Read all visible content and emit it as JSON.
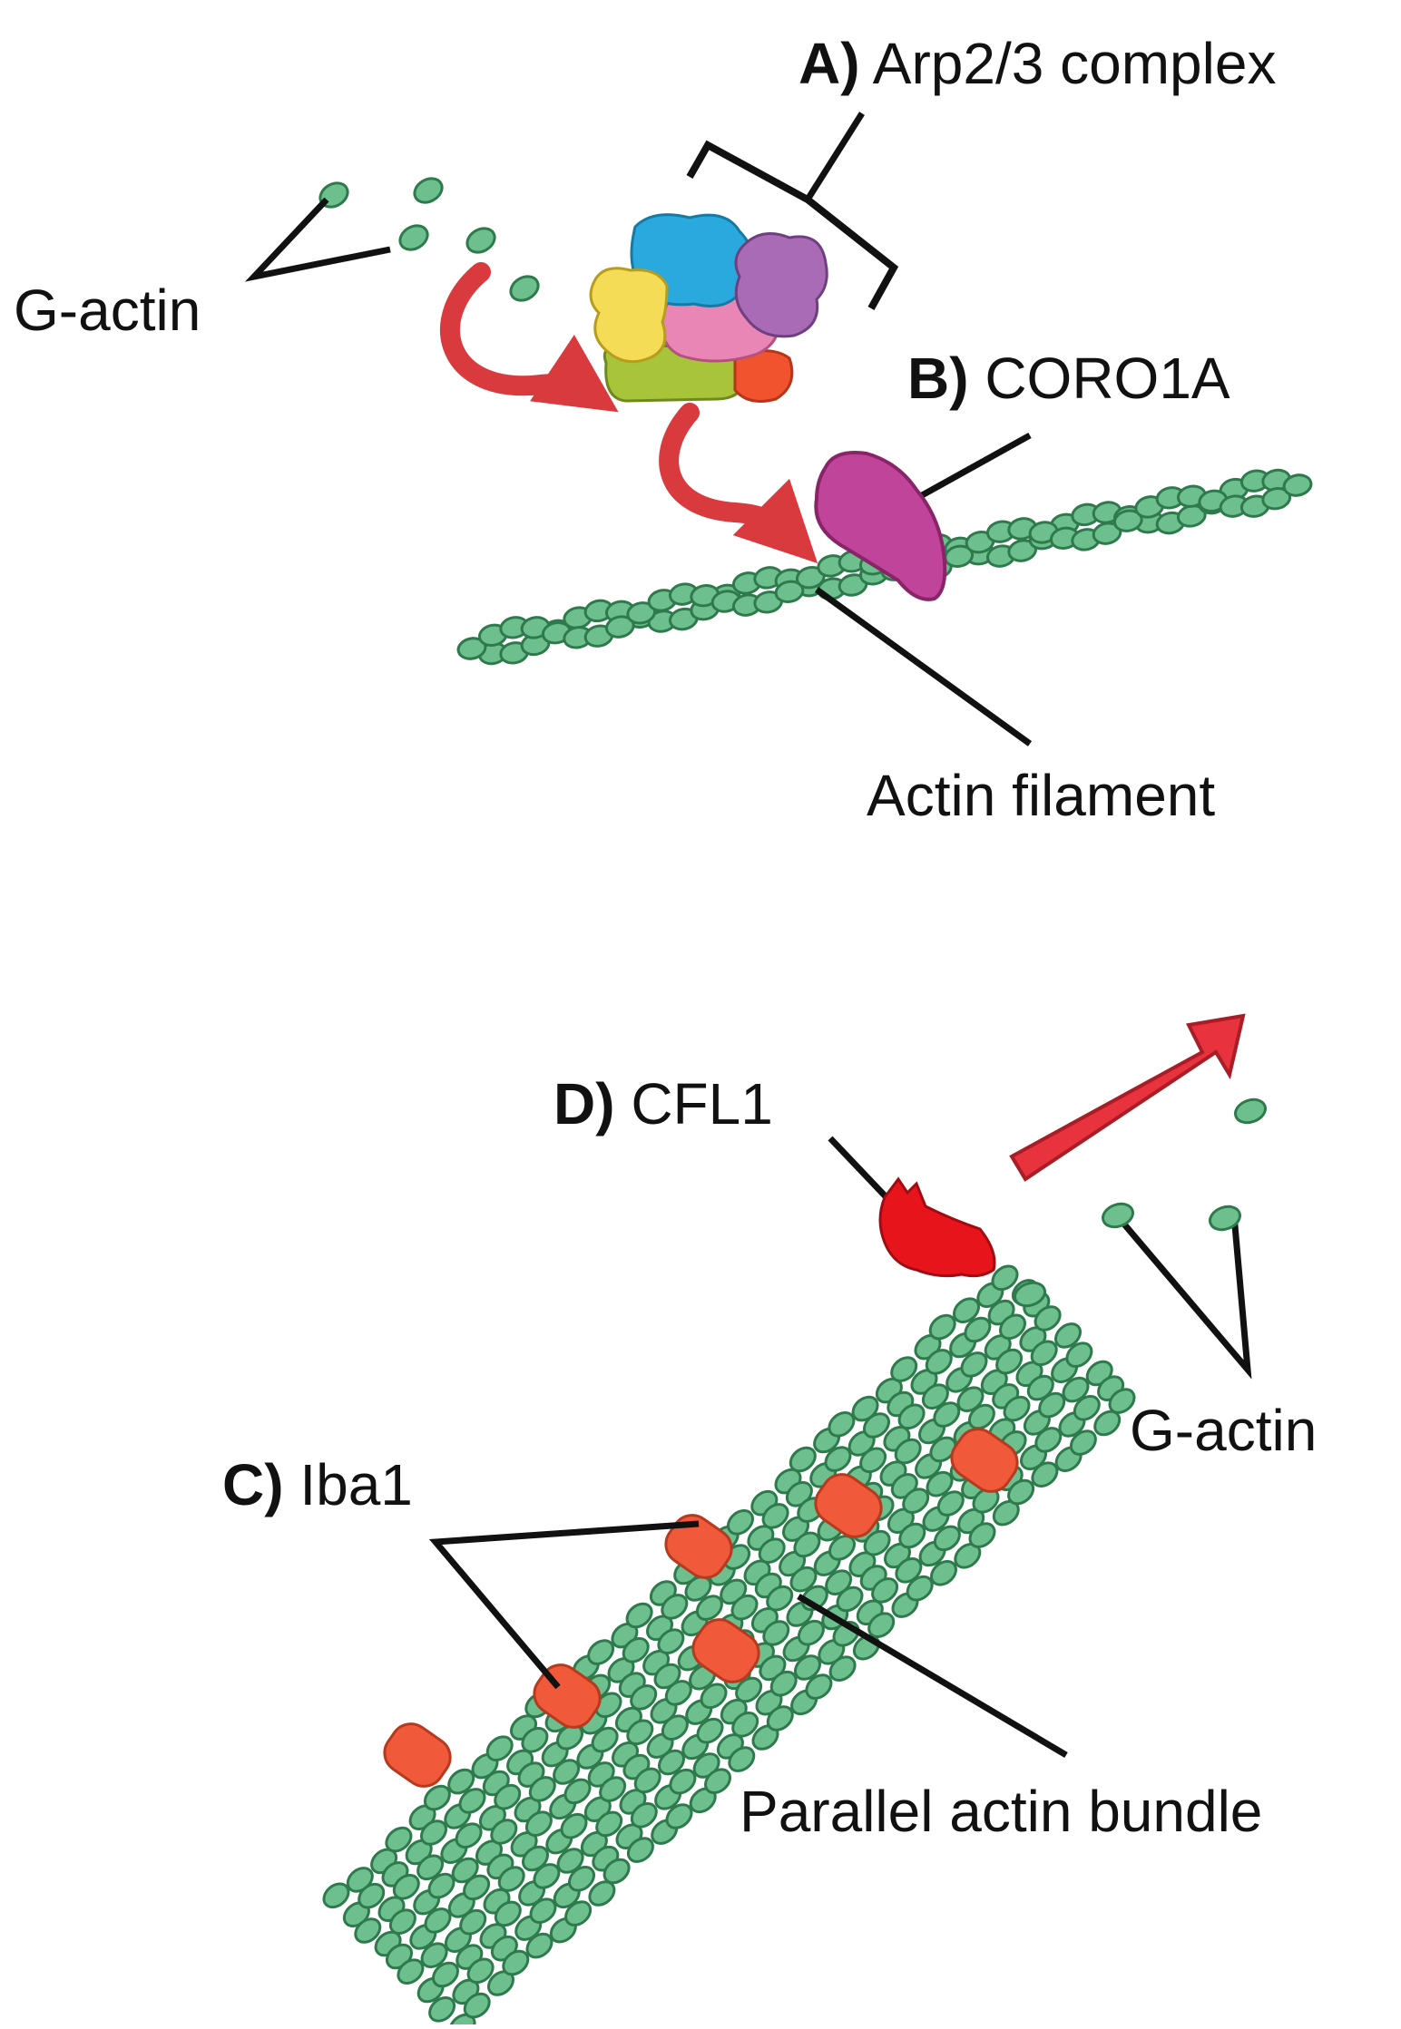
{
  "top_panel": {
    "arp23": {
      "letter": "A)",
      "name": "Arp2/3 complex"
    },
    "coro1a": {
      "letter": "B)",
      "name": "CORO1A"
    },
    "g_actin": "G-actin",
    "filament": "Actin filament"
  },
  "bottom_panel": {
    "cfl1": {
      "letter": "D)",
      "name": "CFL1"
    },
    "iba1": {
      "letter": "C)",
      "name": "Iba1"
    },
    "g_actin": "G-actin",
    "bundle": "Parallel actin bundle"
  },
  "colors": {
    "actin": "#6dc08d",
    "actin_edge": "#2f7a4d",
    "arrow": "#d93a3e",
    "iba1": "#f05a3a",
    "cfl1": "#e8141c",
    "coro1a": "#c0459a",
    "arp_blue": "#29a9de",
    "arp_purple": "#a96bb5",
    "arp_yellow": "#f4dc57",
    "arp_pink": "#ea86b6",
    "arp_green": "#a7c43a",
    "arp_orange": "#f0532d"
  }
}
